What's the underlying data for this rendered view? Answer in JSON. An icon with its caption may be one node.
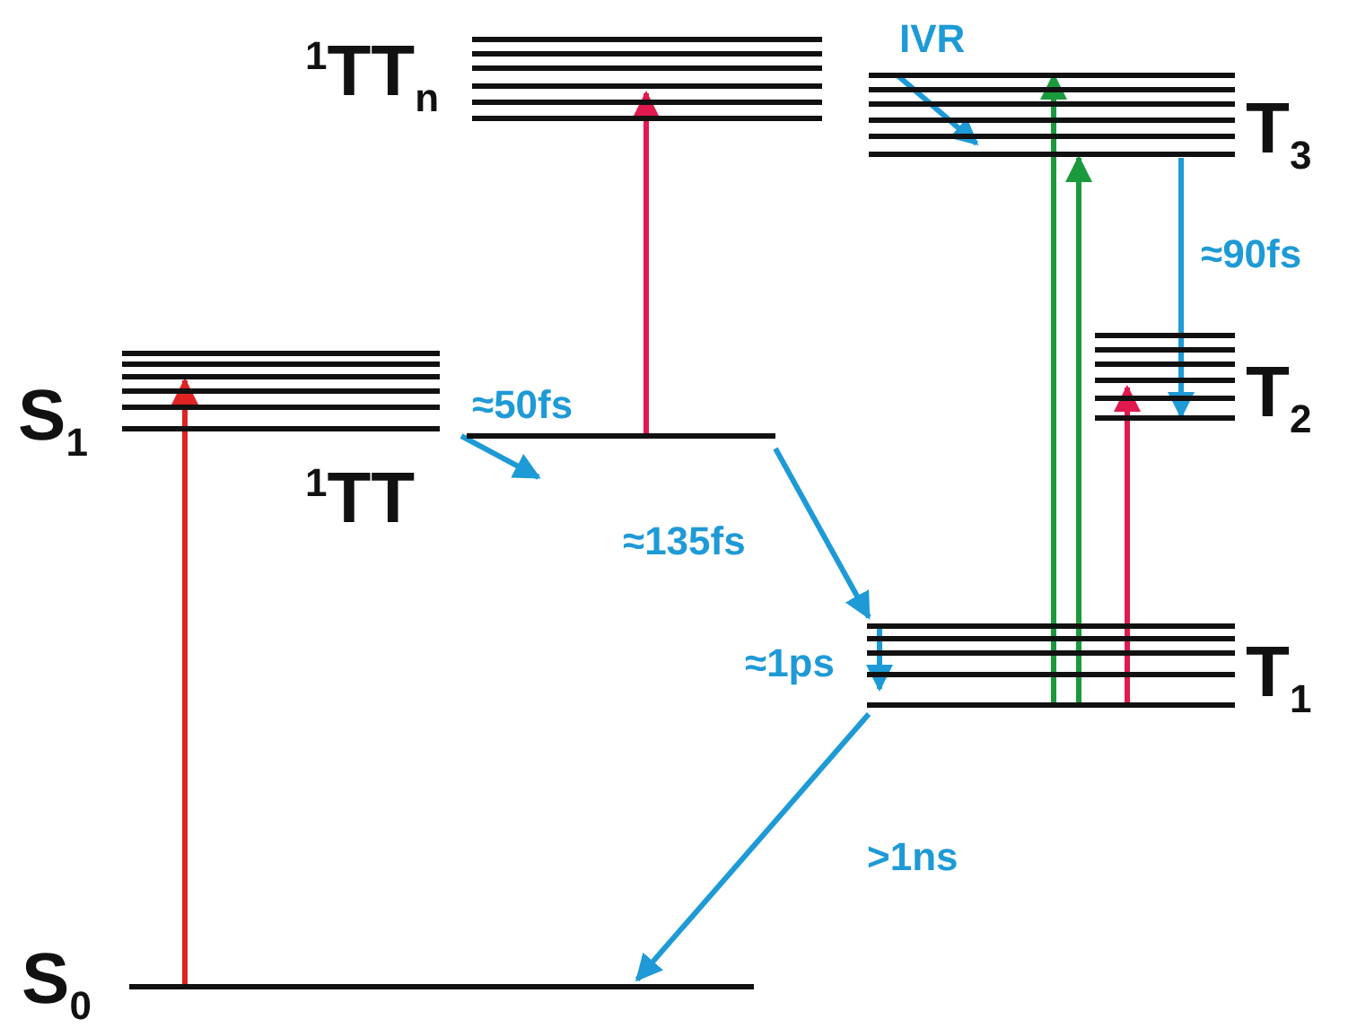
{
  "diagram": {
    "nodes": [
      {
        "text": [
          "$^{1}$TT$_{n}$"
        ]
      },
      {
        "text": [
          "T$_{3}$"
        ],
        "beside": [
          "IVR"
        ]
      },
      {
        "text": [
          "T$_{2}$"
        ]
      },
      {
        "text": [
          "S$_{1}$"
        ]
      },
      {
        "text": [
          "$^{1}$TT"
        ]
      },
      {
        "text": [
          "T$_{1}$"
        ],
        "beside": [
          "≈1ps"
        ]
      },
      {
        "text": [
          "S$_{0}$"
        ]
      }
    ],
    "edges": [
      {
        "from": 6,
        "to": 3,
        "arrow": "to",
        "color": "#e02424"
      },
      {
        "from": 3,
        "to": 4,
        "arrow": "to",
        "label": "≈50fs"
      },
      {
        "from": 4,
        "to": 0,
        "arrow": "to",
        "color": "#e0194f"
      },
      {
        "from": 4,
        "to": 5,
        "arrow": "to",
        "label": "≈135fs"
      },
      {
        "from": 5,
        "to": 6,
        "arrow": "to",
        "label": ">1ns"
      },
      {
        "from": 1,
        "to": 2,
        "arrow": "to",
        "label": "≈90fs"
      },
      {
        "from": 5,
        "to": 2,
        "arrow": "to",
        "color": "#e0194f"
      },
      {
        "from": 5,
        "to": 1,
        "arrow": "to",
        "color": "#1b9a3c"
      },
      {
        "from": 5,
        "to": 1,
        "arrow": "to",
        "color": "#1b9a3c"
      }
    ]
  }
}
